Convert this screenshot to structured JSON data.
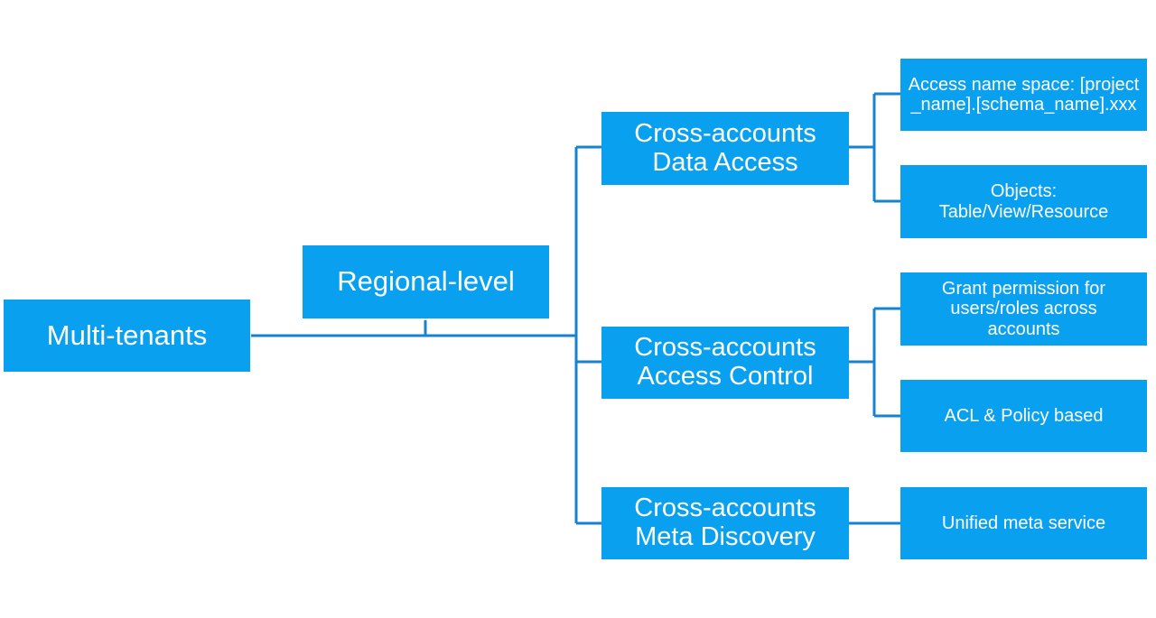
{
  "diagram": {
    "root": {
      "label": "Multi-tenants"
    },
    "level": {
      "label": "Regional-level"
    },
    "branches": [
      {
        "label_lines": [
          "Cross-accounts",
          "Data Access"
        ],
        "children": [
          {
            "label": "Access name space: [project_name].[schema_name].xxx"
          },
          {
            "label_lines": [
              "Objects:",
              "Table/View/Resource"
            ]
          }
        ]
      },
      {
        "label_lines": [
          "Cross-accounts",
          "Access Control"
        ],
        "children": [
          {
            "label": "Grant permission for users/roles across accounts"
          },
          {
            "label": "ACL & Policy based"
          }
        ]
      },
      {
        "label_lines": [
          "Cross-accounts",
          "Meta Discovery"
        ],
        "children": [
          {
            "label": "Unified meta service"
          }
        ]
      }
    ],
    "colors": {
      "box_fill": "#0aa0f0",
      "box_text": "#ffffff",
      "connector": "#1782cf"
    }
  }
}
